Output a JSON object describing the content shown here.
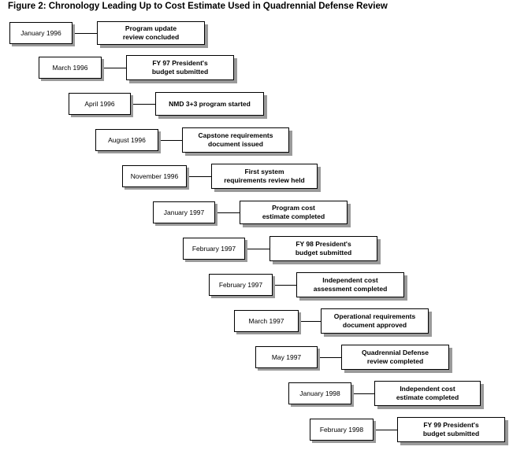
{
  "title": "Figure 2: Chronology Leading Up to Cost Estimate Used in Quadrennial Defense Review",
  "events": [
    {
      "date": "January 1996",
      "event": "Program update\nreview concluded"
    },
    {
      "date": "March 1996",
      "event": "FY 97 President's\nbudget submitted"
    },
    {
      "date": "April 1996",
      "event": "NMD 3+3 program started"
    },
    {
      "date": "August 1996",
      "event": "Capstone requirements\ndocument issued"
    },
    {
      "date": "November 1996",
      "event": "First system\nrequirements review held"
    },
    {
      "date": "January 1997",
      "event": "Program cost\nestimate completed"
    },
    {
      "date": "February 1997",
      "event": "FY 98 President's\nbudget submitted"
    },
    {
      "date": "February 1997",
      "event": "Independent cost\nassessment completed"
    },
    {
      "date": "March 1997",
      "event": "Operational requirements\ndocument approved"
    },
    {
      "date": "May 1997",
      "event": "Quadrennial Defense\nreview completed"
    },
    {
      "date": "January 1998",
      "event": "Independent cost\nestimate completed"
    },
    {
      "date": "February 1998",
      "event": "FY 99 President's\nbudget submitted"
    }
  ]
}
